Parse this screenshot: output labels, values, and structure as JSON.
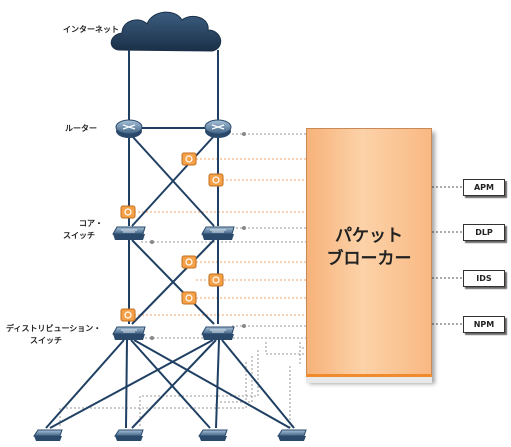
{
  "labels": {
    "internet": "インターネット",
    "router": "ルーター",
    "core_switch_line1": "コア・",
    "core_switch_line2": "スイッチ",
    "dist_switch_line1": "ディストリビューション・",
    "dist_switch_line2": "スイッチ"
  },
  "broker": {
    "line1": "パケット",
    "line2": "ブローカー"
  },
  "tools": [
    "APM",
    "DLP",
    "IDS",
    "NPM"
  ],
  "icons": {
    "cloud": "cloud-icon",
    "router": "router-icon",
    "switch": "switch-icon",
    "tap": "tap-icon"
  },
  "colors": {
    "broker_fill": "#fcc48f",
    "broker_accent": "#f08a2a",
    "tap_fill": "#f5a14a",
    "device_fill": "#6f8fae",
    "cloud_fill": "#26415e",
    "link": "#1f3f63",
    "tap_line": "#f2a36a",
    "span_line": "#999999"
  }
}
